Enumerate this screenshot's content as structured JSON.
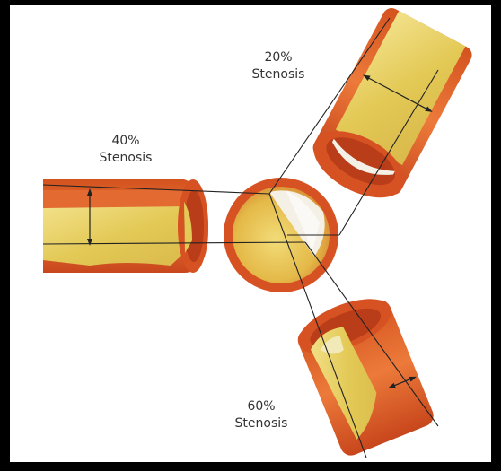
{
  "labels": {
    "top": {
      "percent": "20%",
      "word": "Stenosis"
    },
    "left": {
      "percent": "40%",
      "word": "Stenosis"
    },
    "bottom": {
      "percent": "60%",
      "word": "Stenosis"
    }
  },
  "colors": {
    "background": "#000000",
    "panel": "#ffffff",
    "vessel_dark": "#c8461c",
    "vessel_mid": "#e0612a",
    "vessel_light": "#f08a4a",
    "plaque": "#e8cf5a",
    "plaque_light": "#f2e18a",
    "lumen": "#f4f0e6",
    "line": "#222222"
  }
}
